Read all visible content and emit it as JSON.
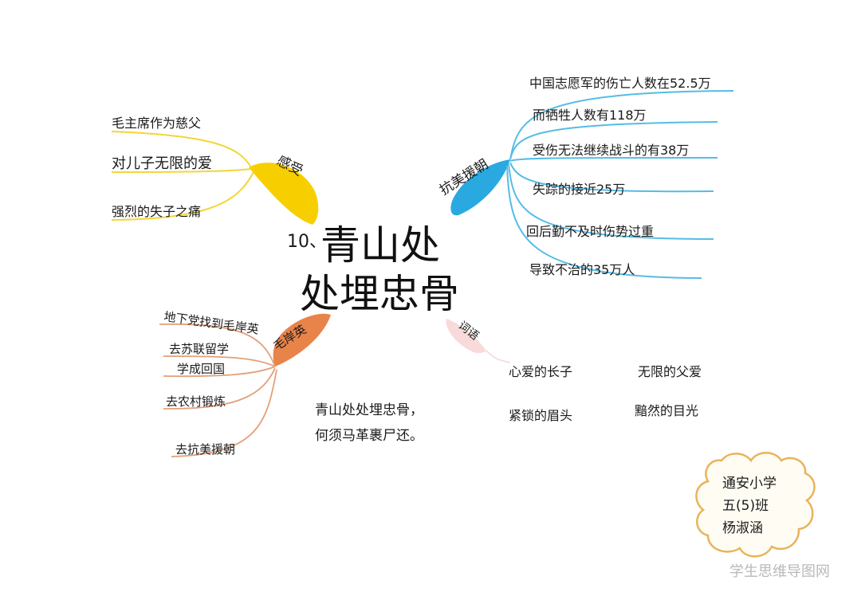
{
  "center": {
    "number": "10、",
    "title_line1": "青山处",
    "title_line2": "处埋忠骨"
  },
  "branches": {
    "feeling": {
      "label": "感受",
      "color": "#f7cf00",
      "items": [
        "毛主席作为慈父",
        "对儿子无限的爱",
        "强烈的失子之痛"
      ]
    },
    "resist": {
      "label": "抗美援朝",
      "color": "#29a9e0",
      "items": [
        "中国志愿军的伤亡人数在52.5万",
        "而牺牲人数有118万",
        "受伤无法继续战斗的有38万",
        "失踪的接近25万",
        "回后勤不及时伤势过重",
        "导致不治的35万人"
      ]
    },
    "anying": {
      "label": "毛岸英",
      "color": "#e8834a",
      "items": [
        "地下党找到毛岸英",
        "去苏联留学",
        "学成回国",
        "去农村锻炼",
        "去抗美援朝"
      ]
    },
    "words": {
      "label": "词语",
      "color": "#f4c6c6",
      "items": [
        "心爱的长子",
        "无限的父爱",
        "紧锁的眉头",
        "黯然的目光"
      ]
    }
  },
  "poem": {
    "line1": "青山处处埋忠骨，",
    "line2": "何须马革裹尸还。"
  },
  "signature": {
    "school": "通安小学",
    "class": "五(5)班",
    "name": "杨淑涵"
  },
  "watermark": "学生思维导图网"
}
